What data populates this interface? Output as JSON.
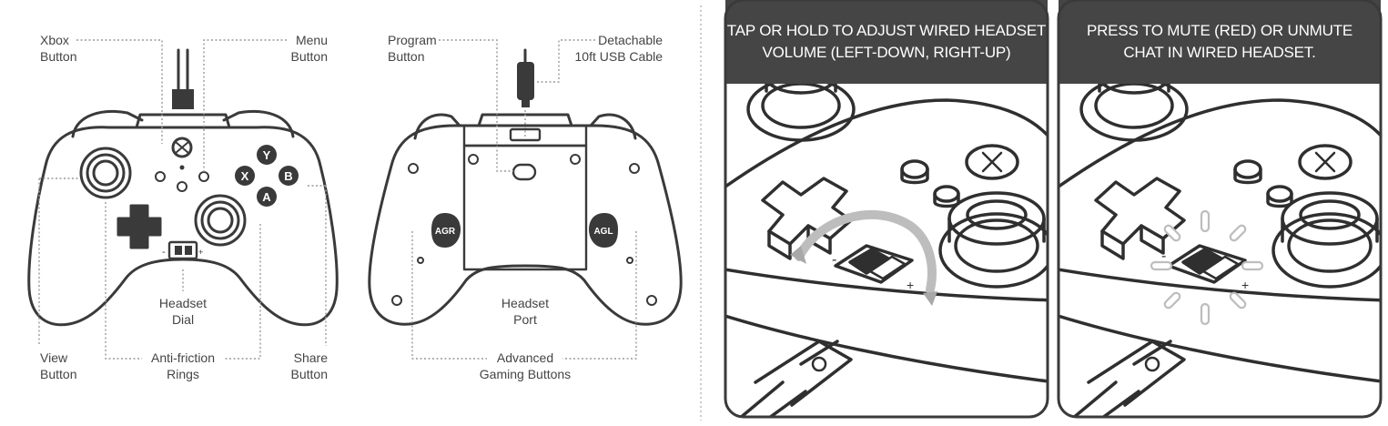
{
  "callouts": {
    "xbox_button": {
      "line1": "Xbox",
      "line2": "Button"
    },
    "menu_button": {
      "line1": "Menu",
      "line2": "Button"
    },
    "headset_dial": {
      "line1": "Headset",
      "line2": "Dial"
    },
    "view_button": {
      "line1": "View",
      "line2": "Button"
    },
    "anti_friction": {
      "line1": "Anti-friction",
      "line2": "Rings"
    },
    "share_button": {
      "line1": "Share",
      "line2": "Button"
    },
    "program_button": {
      "line1": "Program",
      "line2": "Button"
    },
    "usb_cable": {
      "line1": "Detachable",
      "line2": "10ft USB Cable"
    },
    "headset_port": {
      "line1": "Headset",
      "line2": "Port"
    },
    "advanced_buttons": {
      "line1": "Advanced",
      "line2": "Gaming Buttons"
    }
  },
  "controller_marks": {
    "face_buttons": {
      "y": "Y",
      "x": "X",
      "b": "B",
      "a": "A"
    },
    "back_paddles": {
      "left": "AGR",
      "right": "AGL"
    },
    "dial_minus": "-",
    "dial_plus": "+"
  },
  "panels": {
    "volume": {
      "line1": "TAP OR HOLD TO ADJUST WIRED HEADSET",
      "line2": "VOLUME (LEFT-DOWN, RIGHT-UP)",
      "minus": "-",
      "plus": "+"
    },
    "mute": {
      "line1": "PRESS TO MUTE (RED) OR UNMUTE",
      "line2": "CHAT IN WIRED HEADSET.",
      "minus": "-",
      "plus": "+"
    }
  },
  "colors": {
    "outline": "#3a3a3a",
    "header_bar": "#454545",
    "leader_line": "#9a9a9a",
    "panel_bg": "#ffffff"
  }
}
